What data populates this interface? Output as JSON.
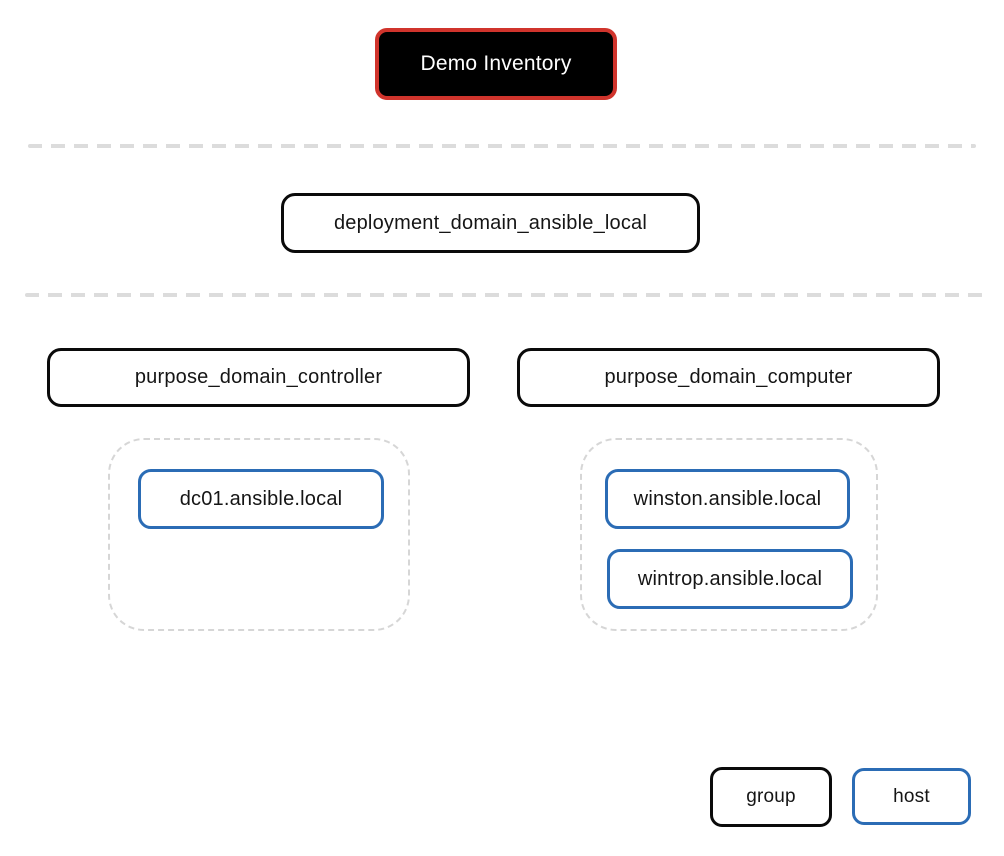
{
  "diagram_title": "Demo Inventory",
  "inventory": {
    "label": "Demo Inventory"
  },
  "deployment_group": {
    "label": "deployment_domain_ansible_local"
  },
  "purpose_groups": [
    {
      "label": "purpose_domain_controller",
      "hosts": [
        {
          "label": "dc01.ansible.local"
        }
      ]
    },
    {
      "label": "purpose_domain_computer",
      "hosts": [
        {
          "label": "winston.ansible.local"
        },
        {
          "label": "wintrop.ansible.local"
        }
      ]
    }
  ],
  "legend": {
    "group_label": "group",
    "host_label": "host"
  },
  "colors": {
    "inventory_bg": "#000000",
    "inventory_border": "#d0342c",
    "inventory_text": "#ffffff",
    "group_border": "#0a0a0a",
    "host_border": "#2b6cb5",
    "divider": "#dcdcdc",
    "cluster_border": "#d6d6d6",
    "text": "#151515",
    "canvas_bg": "#ffffff"
  }
}
